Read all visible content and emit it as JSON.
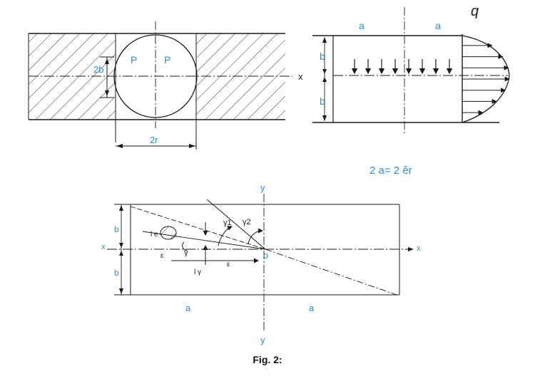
{
  "figure": {
    "caption": "Fig. 2:",
    "colors": {
      "ink": "#1a1a1a",
      "label_blue": "#2b8fd6"
    },
    "panel_left": {
      "labels": {
        "p1": "P",
        "p2": "P",
        "two_b": "2b",
        "x": "x",
        "two_r": "2r"
      }
    },
    "panel_right": {
      "labels": {
        "a_left": "a",
        "a_right": "a",
        "b_top": "b",
        "b_bottom": "b",
        "q": "q",
        "relation": "2 a= 2 ěr"
      },
      "arrow_count_down": 8,
      "arrow_count_right": 7
    },
    "panel_bottom": {
      "labels": {
        "y_top": "y",
        "y_bottom": "y",
        "x_left": "x",
        "x_right": "x",
        "b_top": "b",
        "b_bottom": "b",
        "a_left": "a",
        "a_right": "a",
        "origin": "o",
        "l_e": "l e",
        "gamma1": "γ1",
        "gamma2": "γ2",
        "gamma": "γ",
        "eps_left": "ε",
        "eps_right": "ε",
        "l_gamma": "l γ"
      }
    }
  }
}
